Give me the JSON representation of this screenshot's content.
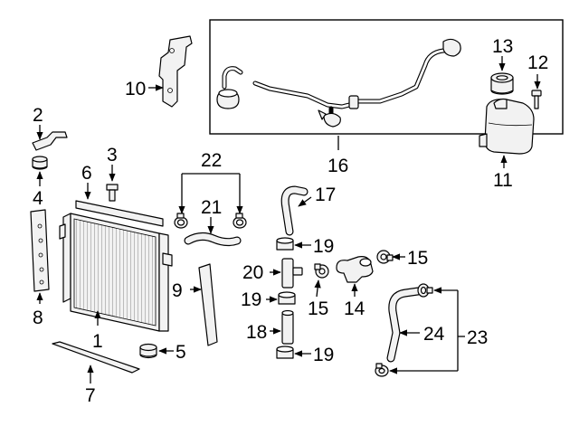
{
  "labels": {
    "p1": "1",
    "p2": "2",
    "p3": "3",
    "p4": "4",
    "p5": "5",
    "p6": "6",
    "p7": "7",
    "p8": "8",
    "p9": "9",
    "p10": "10",
    "p11": "11",
    "p12": "12",
    "p13": "13",
    "p14": "14",
    "p15a": "15",
    "p15b": "15",
    "p16": "16",
    "p17": "17",
    "p18": "18",
    "p19a": "19",
    "p19b": "19",
    "p19c": "19",
    "p20": "20",
    "p21": "21",
    "p22": "22",
    "p23": "23",
    "p24": "24"
  },
  "colors": {
    "line": "#000000",
    "part_fill": "#f2f2f2",
    "background": "#ffffff"
  }
}
